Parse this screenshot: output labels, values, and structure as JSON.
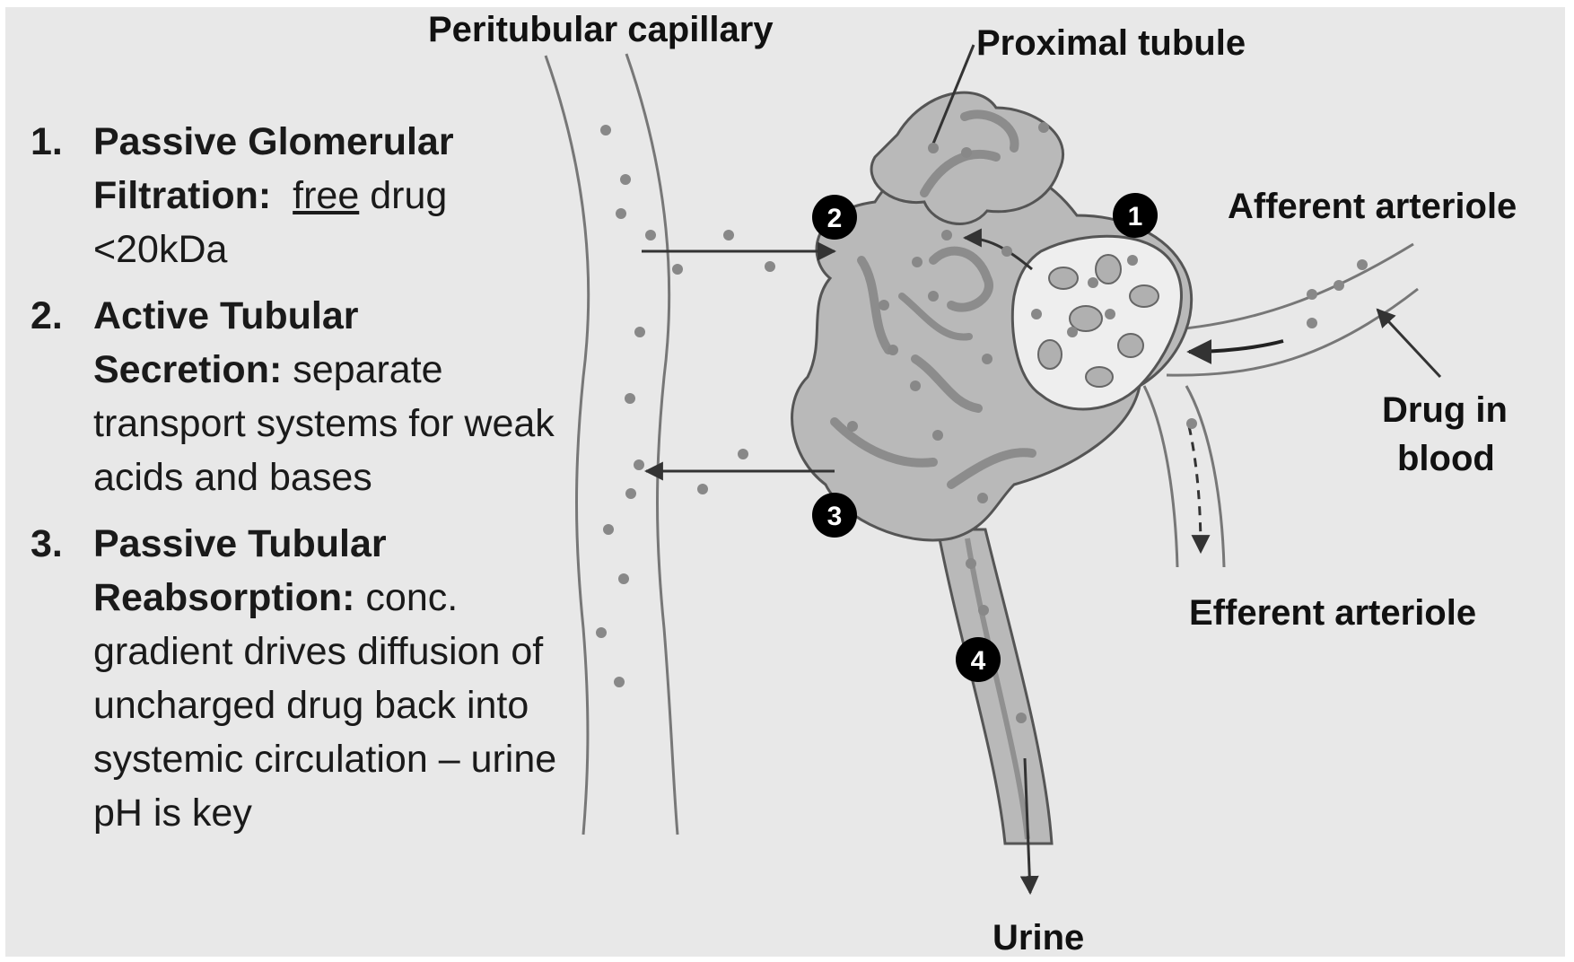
{
  "labels": {
    "peritubular_capillary": "Peritubular capillary",
    "proximal_tubule": "Proximal tubule",
    "afferent_arteriole": "Afferent arteriole",
    "drug_in_blood_line1": "Drug in",
    "drug_in_blood_line2": "blood",
    "efferent_arteriole": "Efferent arteriole",
    "urine": "Urine"
  },
  "badges": [
    "1",
    "2",
    "3",
    "4"
  ],
  "steps": [
    {
      "number": "1.",
      "title": "Passive Glomerular",
      "prefix": "Filtration:",
      "underlined": "free",
      "rest": "drug <20kDa"
    },
    {
      "number": "2.",
      "title": "Active Tubular",
      "prefix": "Secretion:",
      "text": "separate transport systems for weak acids and bases"
    },
    {
      "number": "3.",
      "title": "Passive Tubular",
      "prefix": "Reabsorption:",
      "text": "conc. gradient drives diffusion of uncharged drug back into systemic circulation – urine pH is key"
    }
  ],
  "colors": {
    "background": "#e8e8e8",
    "tubule_fill": "#b9b9b9",
    "tubule_lumen": "#9a9a9a",
    "glomerulus_fill": "#eeeeee",
    "dots": "#888888",
    "badge": "#000000"
  }
}
